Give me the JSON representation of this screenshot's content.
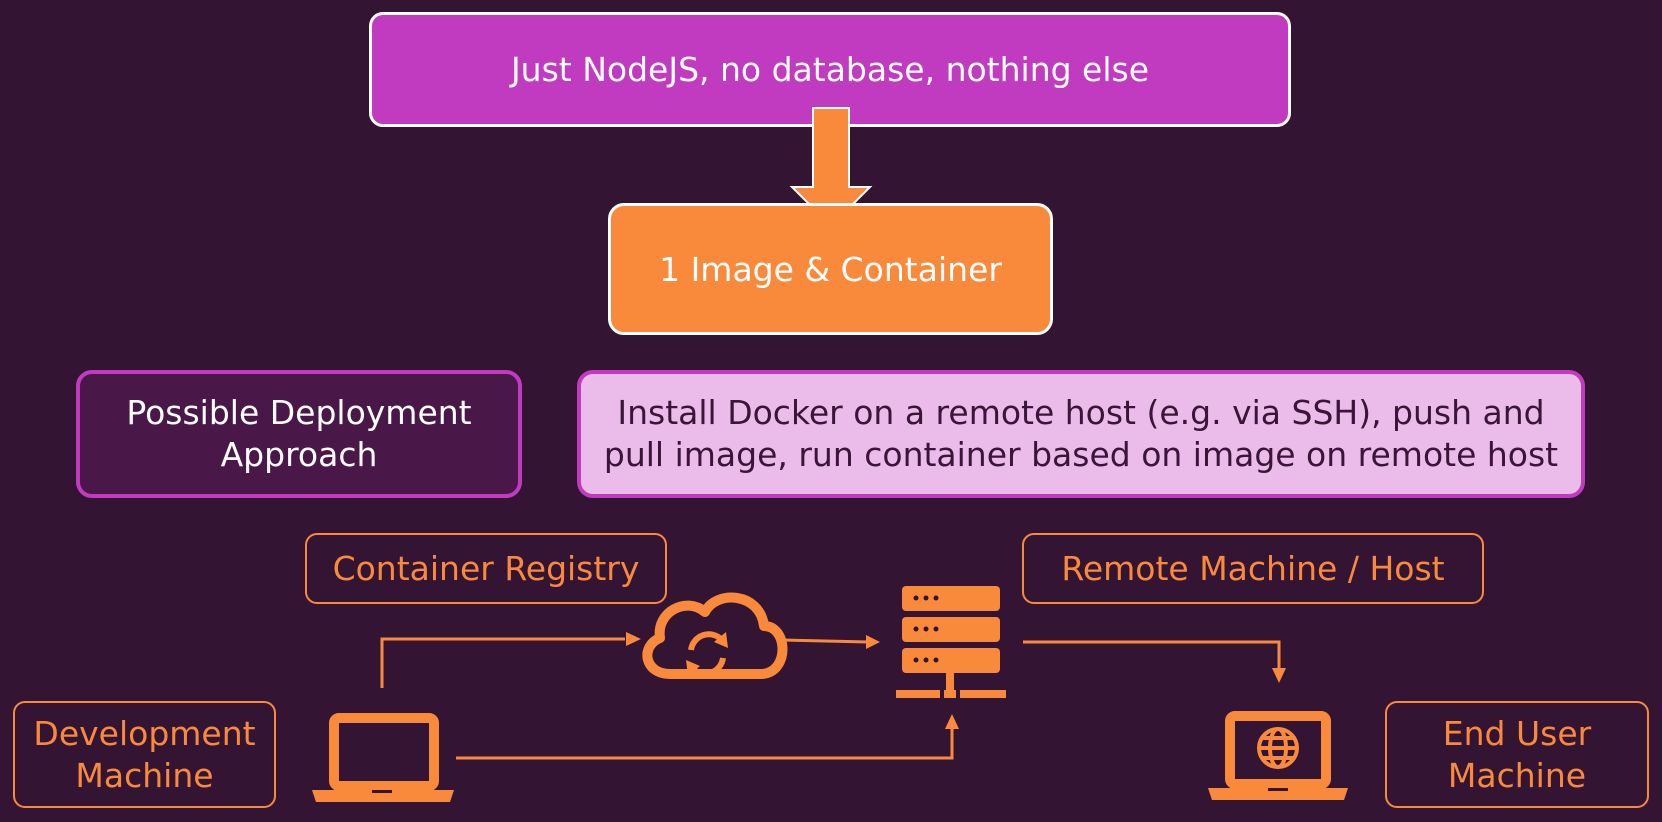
{
  "colors": {
    "background": "#341433",
    "magenta": "#c13bc0",
    "orange": "#f98a3c",
    "light_pink": "#ebbbea",
    "dark_purple": "#4a1848",
    "white": "#ffffff"
  },
  "top_box": {
    "text": "Just NodeJS, no database, nothing else"
  },
  "mid_box": {
    "text": "1 Image & Container"
  },
  "approach": {
    "label_line1": "Possible Deployment",
    "label_line2": "Approach",
    "desc_line1": "Install Docker on a remote host (e.g. via SSH), push and",
    "desc_line2": "pull image, run container based on image on remote host"
  },
  "diagram": {
    "registry_label": "Container Registry",
    "remote_label": "Remote Machine / Host",
    "dev_label_line1": "Development",
    "dev_label_line2": "Machine",
    "enduser_label_line1": "End User",
    "enduser_label_line2": "Machine",
    "icons": [
      "laptop-icon",
      "cloud-sync-icon",
      "server-icon",
      "laptop-globe-icon"
    ]
  }
}
